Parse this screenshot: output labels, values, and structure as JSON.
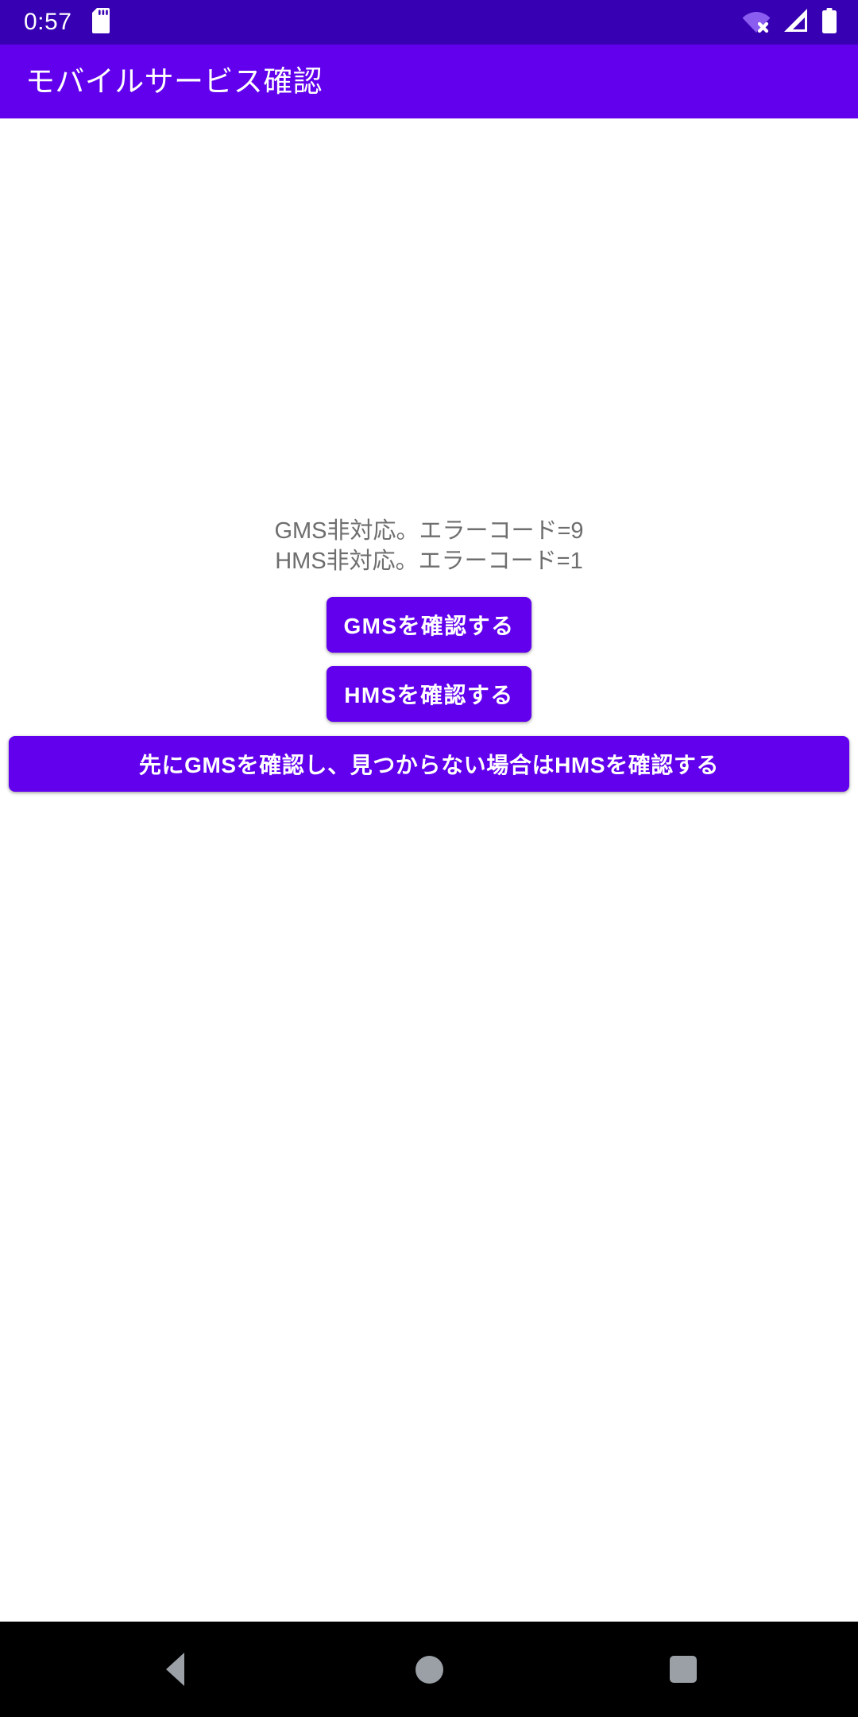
{
  "status_bar": {
    "clock": "0:57",
    "left_icons": [
      "sd-card-icon"
    ],
    "right_icons": [
      "wifi-off-icon",
      "cellular-signal-icon",
      "battery-icon"
    ],
    "background_color": "#3700b3"
  },
  "app_bar": {
    "title": "モバイルサービス確認",
    "background_color": "#6200ee",
    "title_color": "#ffffff"
  },
  "main": {
    "status_lines": [
      "GMS非対応。エラーコード=9",
      "HMS非対応。エラーコード=1"
    ],
    "status_text_color": "#6e6e6e",
    "buttons": [
      {
        "label": "GMSを確認する",
        "name": "check-gms-button"
      },
      {
        "label": "HMSを確認する",
        "name": "check-hms-button"
      },
      {
        "label": "先にGMSを確認し、見つからない場合はHMSを確認する",
        "name": "check-gms-then-hms-button"
      }
    ],
    "button_color": "#6200ee",
    "button_text_color": "#ffffff",
    "background_color": "#ffffff"
  },
  "nav_bar": {
    "background_color": "#000000",
    "icon_color": "#9aa0a6",
    "buttons": [
      "back-icon",
      "home-icon",
      "recents-icon"
    ]
  }
}
